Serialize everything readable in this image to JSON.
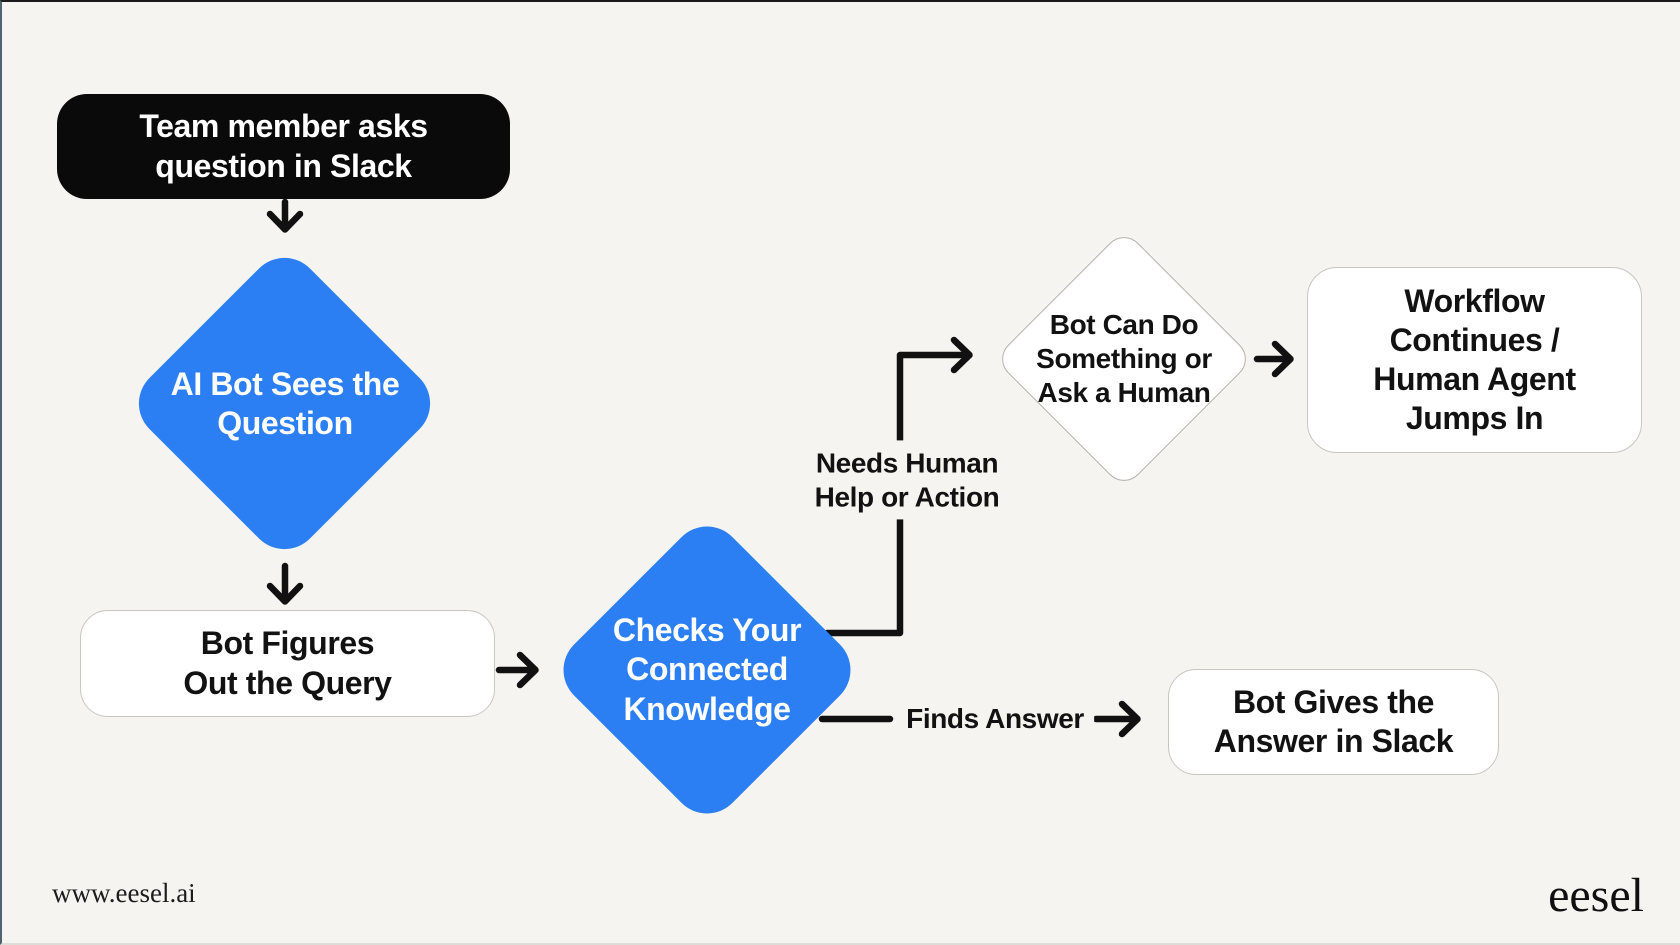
{
  "colors": {
    "background": "#F5F4F0",
    "node_blue": "#2B7FF3",
    "node_black": "#0A0A0A",
    "node_white": "#FFFFFF",
    "box_border": "#C8C6C1",
    "stroke": "#111111",
    "edge_top": "#1A1A1A",
    "edge_left": "#4D6470",
    "edge_bottom": "#DEDCD7"
  },
  "nodes": {
    "start": {
      "label": "Team member asks\nquestion in Slack"
    },
    "ai_sees": {
      "label": "AI Bot Sees the\nQuestion"
    },
    "figures_query": {
      "label": "Bot Figures\nOut the Query"
    },
    "checks_knowledge": {
      "label": "Checks Your\nConnected\nKnowledge"
    },
    "bot_decision": {
      "label": "Bot Can Do\nSomething or\nAsk a Human"
    },
    "workflow_continues": {
      "label": "Workflow\nContinues /\nHuman Agent\nJumps In"
    },
    "gives_answer": {
      "label": "Bot Gives the\nAnswer in Slack"
    }
  },
  "edges": {
    "needs_human_label": "Needs Human\nHelp or Action",
    "finds_answer_label": "Finds Answer"
  },
  "footer": {
    "website": "www.eesel.ai",
    "brand": "eesel"
  }
}
